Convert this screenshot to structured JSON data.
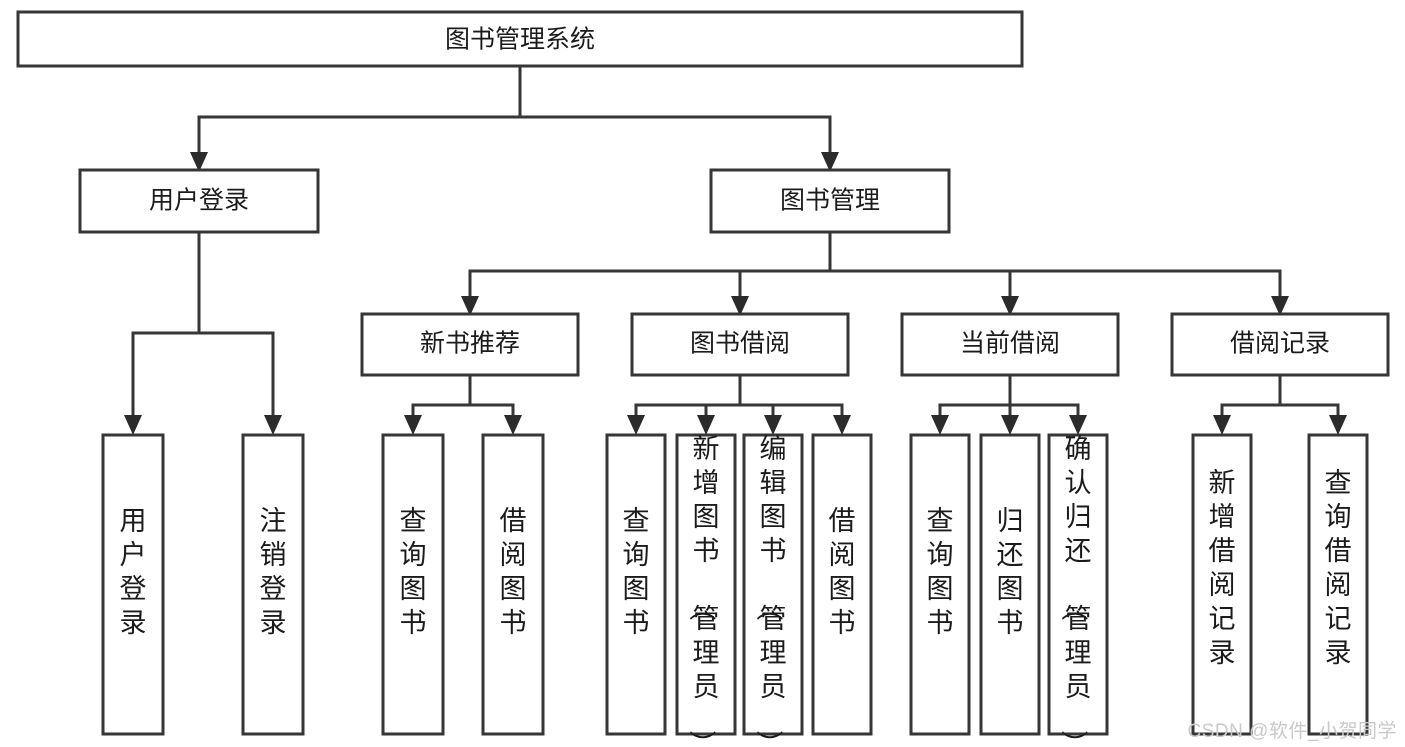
{
  "diagram": {
    "title": "图书管理系统",
    "type": "tree-hierarchy-diagram",
    "colors": {
      "box_stroke": "#363636",
      "box_fill": "#ffffff",
      "text": "#1b1b1b",
      "arrow": "#2b2b2b",
      "watermark": "#c9c9c9",
      "background": "#ffffff"
    },
    "levels": {
      "root": "图书管理系统",
      "level1": [
        "用户登录",
        "图书管理"
      ],
      "level2": [
        "新书推荐",
        "图书借阅",
        "当前借阅",
        "借阅记录"
      ]
    }
  },
  "root": {
    "label": "图书管理系统"
  },
  "level1": [
    {
      "label": "用户登录"
    },
    {
      "label": "图书管理"
    }
  ],
  "level2": [
    {
      "label": "新书推荐"
    },
    {
      "label": "图书借阅"
    },
    {
      "label": "当前借阅"
    },
    {
      "label": "借阅记录"
    }
  ],
  "leaves": {
    "user_login": [
      {
        "label": "用户登录"
      },
      {
        "label": "注销登录"
      }
    ],
    "new_book_recommend": [
      {
        "label": "查询图书"
      },
      {
        "label": "借阅图书"
      }
    ],
    "book_borrow": [
      {
        "label": "查询图书"
      },
      {
        "label": "新增图书（管理员）"
      },
      {
        "label": "编辑图书（管理员）"
      },
      {
        "label": "借阅图书"
      }
    ],
    "current_borrow": [
      {
        "label": "查询图书"
      },
      {
        "label": "归还图书"
      },
      {
        "label": "确认归还（管理员）"
      }
    ],
    "borrow_record": [
      {
        "label": "新增借阅记录"
      },
      {
        "label": "查询借阅记录"
      }
    ]
  },
  "watermark": {
    "text": "CSDN @软件_小贺同学"
  }
}
